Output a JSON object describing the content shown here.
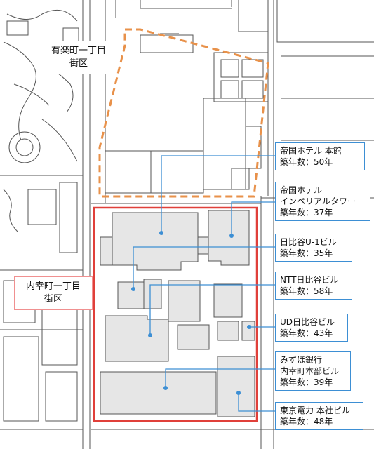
{
  "districts": [
    {
      "id": "yurakucho",
      "line1": "有楽町一丁目",
      "line2": "街区",
      "border_color": "#f2b08a"
    },
    {
      "id": "uchisaiwaicho",
      "line1": "内幸町一丁目",
      "line2": "街区",
      "border_color": "#f09090"
    }
  ],
  "buildings": [
    {
      "name_lines": [
        "帝国ホテル 本館"
      ],
      "age_label": "築年数：50年"
    },
    {
      "name_lines": [
        "帝国ホテル",
        "インペリアルタワー"
      ],
      "age_label": "築年数：37年"
    },
    {
      "name_lines": [
        "日比谷U-1ビル"
      ],
      "age_label": "築年数：35年"
    },
    {
      "name_lines": [
        "NTT日比谷ビル"
      ],
      "age_label": "築年数：58年"
    },
    {
      "name_lines": [
        "UD日比谷ビル"
      ],
      "age_label": "築年数：43年"
    },
    {
      "name_lines": [
        "みずほ銀行",
        "内幸町本部ビル"
      ],
      "age_label": "築年数：39年"
    },
    {
      "name_lines": [
        "東京電力 本社ビル"
      ],
      "age_label": "築年数：48年"
    }
  ],
  "colors": {
    "leader_line": "#3d8fd4",
    "district_outline_orange": "#e8914a",
    "district_outline_red": "#e0403a",
    "building_fill": "#e6e6e6",
    "outline": "#444444"
  }
}
